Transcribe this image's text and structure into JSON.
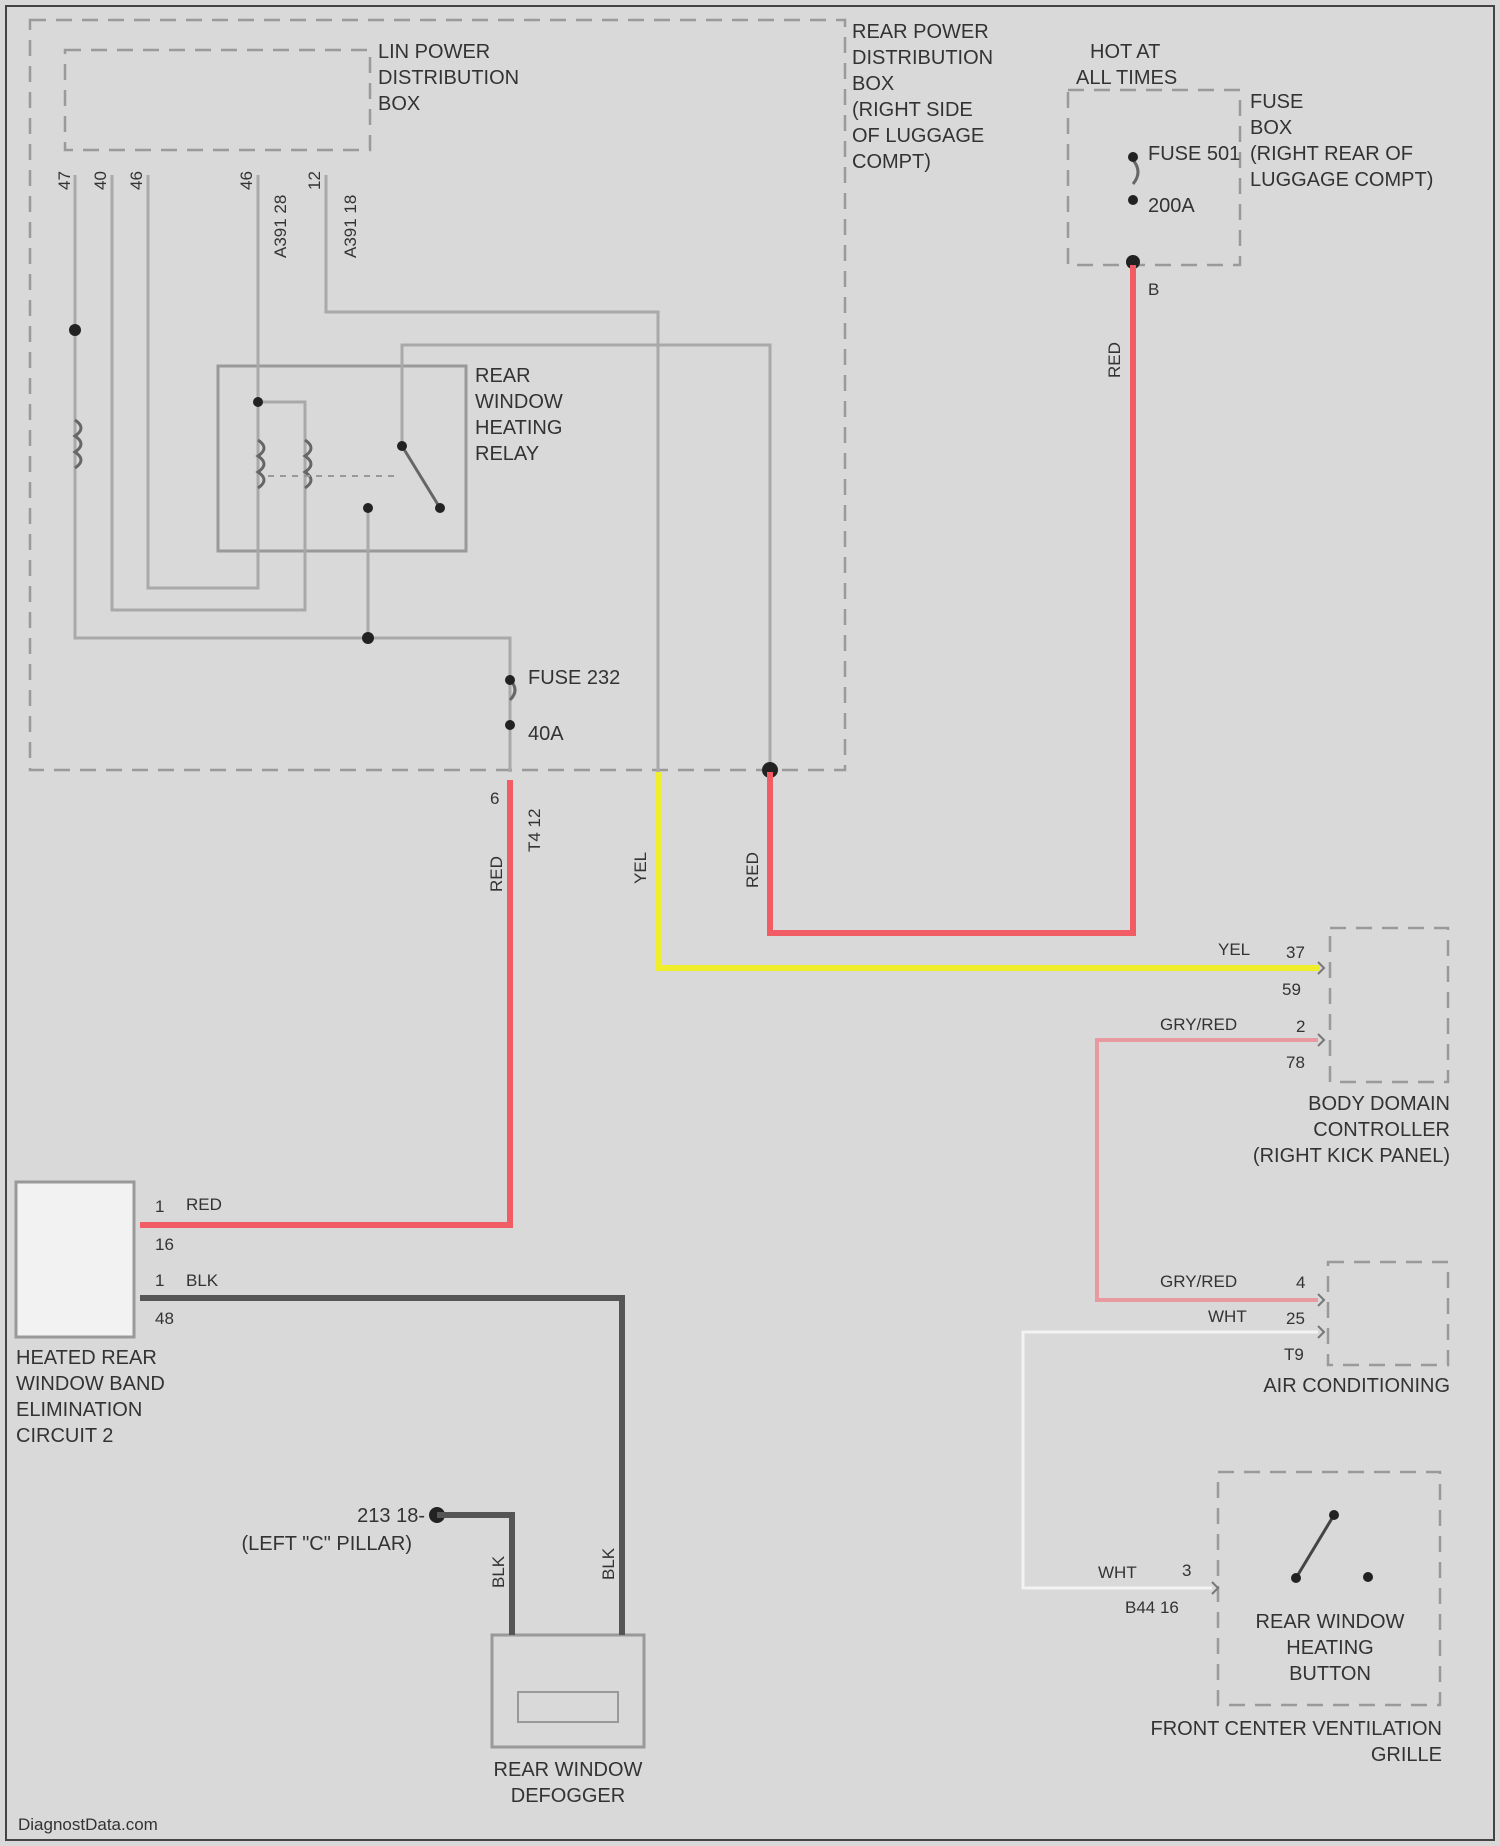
{
  "diagram": {
    "rear_power_box": [
      "REAR POWER",
      "DISTRIBUTION",
      "BOX",
      "(RIGHT SIDE",
      "OF LUGGAGE",
      "COMPT)"
    ],
    "lin_power_box": [
      "LIN POWER",
      "DISTRIBUTION",
      "BOX"
    ],
    "relay": [
      "REAR",
      "WINDOW",
      "HEATING",
      "RELAY"
    ],
    "hot_at_all_times": [
      "HOT AT",
      "ALL TIMES"
    ],
    "fuse_box": [
      "FUSE",
      "BOX",
      "(RIGHT REAR OF",
      "LUGGAGE COMPT)"
    ],
    "fuse_501": {
      "name": "FUSE 501",
      "rating": "200A",
      "pin": "B"
    },
    "fuse_232": {
      "name": "FUSE 232",
      "rating": "40A"
    },
    "lin_pins": [
      "47",
      "40",
      "46",
      "46",
      "A391 28",
      "12",
      "A391 18"
    ],
    "fuse232_pins": [
      "6",
      "T4 12"
    ],
    "wire_colors": {
      "red_top": "RED",
      "red_left": "RED",
      "yel_mid": "YEL",
      "red_mid": "RED",
      "yel_h": "YEL",
      "gry_red_1": "GRY/RED",
      "gry_red_2": "GRY/RED",
      "wht_1": "WHT",
      "wht_2": "WHT",
      "red_h": "RED",
      "blk_h": "BLK",
      "blk_v1": "BLK",
      "blk_v2": "BLK"
    },
    "bdc_pins": {
      "p1": "37",
      "p1b": "59",
      "p2": "2",
      "p2b": "78"
    },
    "bdc": [
      "BODY DOMAIN",
      "CONTROLLER",
      "(RIGHT KICK PANEL)"
    ],
    "ac_pins": {
      "p1": "4",
      "p2": "25",
      "p2b": "T9"
    },
    "ac": [
      "AIR CONDITIONING"
    ],
    "heated_pins": {
      "p1": "1",
      "p1b": "16",
      "p2": "1",
      "p2b": "48"
    },
    "heated": [
      "HEATED REAR",
      "WINDOW BAND",
      "ELIMINATION",
      "CIRCUIT 2"
    ],
    "ground": [
      "213 18-",
      "(LEFT \"C\" PILLAR)"
    ],
    "defogger": [
      "REAR WINDOW",
      "DEFOGGER"
    ],
    "switch_pins": {
      "p1": "3",
      "p2": "B44 16"
    },
    "switch": [
      "REAR WINDOW",
      "HEATING",
      "BUTTON"
    ],
    "grille": [
      "FRONT CENTER VENTILATION",
      "GRILLE"
    ],
    "watermark": "DiagnostData.com"
  }
}
